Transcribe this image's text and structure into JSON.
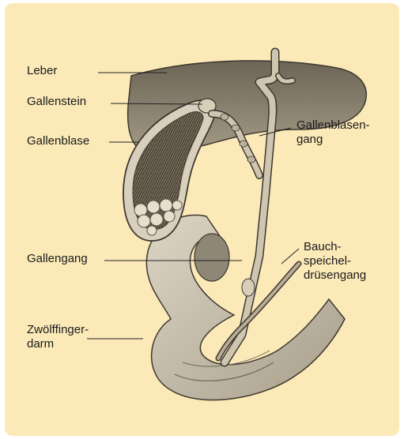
{
  "figure": {
    "background_color": "#fbe9b8",
    "labels": {
      "liver": "Leber",
      "gallstone": "Gallenstein",
      "gallbladder": "Gallenblase",
      "cystic_duct": "Gallenblasen-\ngang",
      "bile_duct": "Gallengang",
      "pancreatic_duct": "Bauch-\nspeichel-\ndrüsengang",
      "duodenum": "Zwölffinger-\ndarm"
    }
  }
}
